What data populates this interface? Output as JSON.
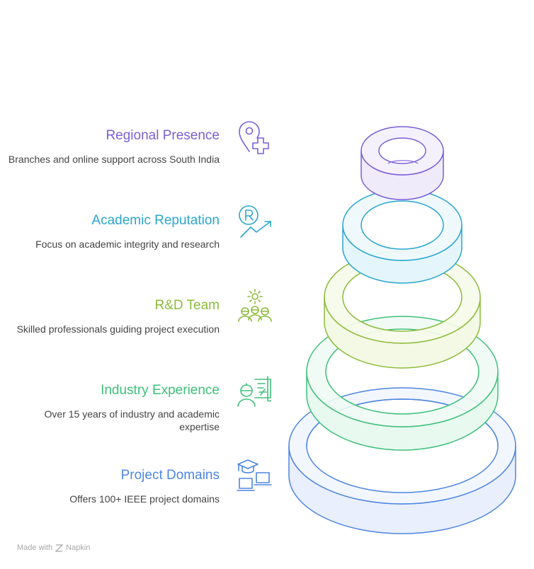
{
  "items": [
    {
      "title": "Regional Presence",
      "desc": "Branches and online support across South India",
      "color": "#7b5fd6",
      "icon": "location-plus-icon"
    },
    {
      "title": "Academic Reputation",
      "desc": "Focus on academic integrity and research",
      "color": "#2aa6cf",
      "icon": "registered-trend-icon"
    },
    {
      "title": "R&D Team",
      "desc": "Skilled professionals guiding project execution",
      "color": "#8cbb3a",
      "icon": "team-gear-icon"
    },
    {
      "title": "Industry Experience",
      "desc": "Over 15 years of industry and academic expertise",
      "color": "#3ec07a",
      "icon": "engineer-blueprint-icon"
    },
    {
      "title": "Project Domains",
      "desc": "Offers 100+ IEEE project domains",
      "color": "#4d86e0",
      "icon": "graduation-laptops-icon"
    }
  ],
  "footer": {
    "made_with": "Made with",
    "brand": "Napkin"
  }
}
